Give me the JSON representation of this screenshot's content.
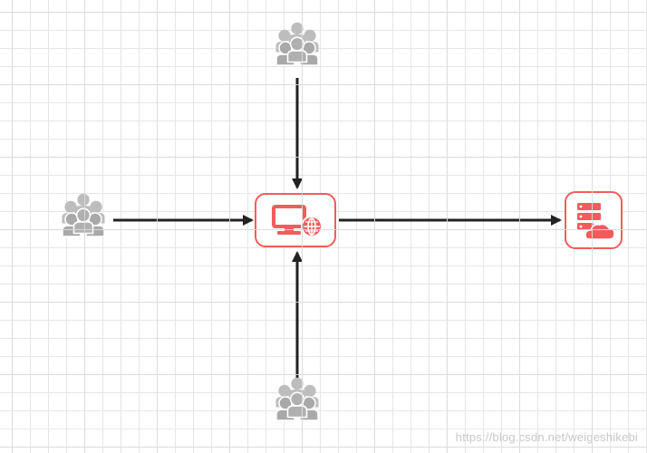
{
  "diagram": {
    "nodes": [
      {
        "id": "users-top",
        "icon": "user-group-icon"
      },
      {
        "id": "users-left",
        "icon": "user-group-icon"
      },
      {
        "id": "users-bottom",
        "icon": "user-group-icon"
      },
      {
        "id": "web-server",
        "icon": "computer-globe-icon"
      },
      {
        "id": "cloud-server",
        "icon": "server-cloud-icon"
      }
    ],
    "edges": [
      {
        "from": "users-top",
        "to": "web-server"
      },
      {
        "from": "users-left",
        "to": "web-server"
      },
      {
        "from": "users-bottom",
        "to": "web-server"
      },
      {
        "from": "web-server",
        "to": "cloud-server"
      }
    ],
    "colors": {
      "accent": "#f25c5c",
      "user_icon": "#b3b3b3",
      "edge": "#222222",
      "grid": "#e6e6e6"
    }
  },
  "watermark": "https://blog.csdn.net/weigeshikebi"
}
